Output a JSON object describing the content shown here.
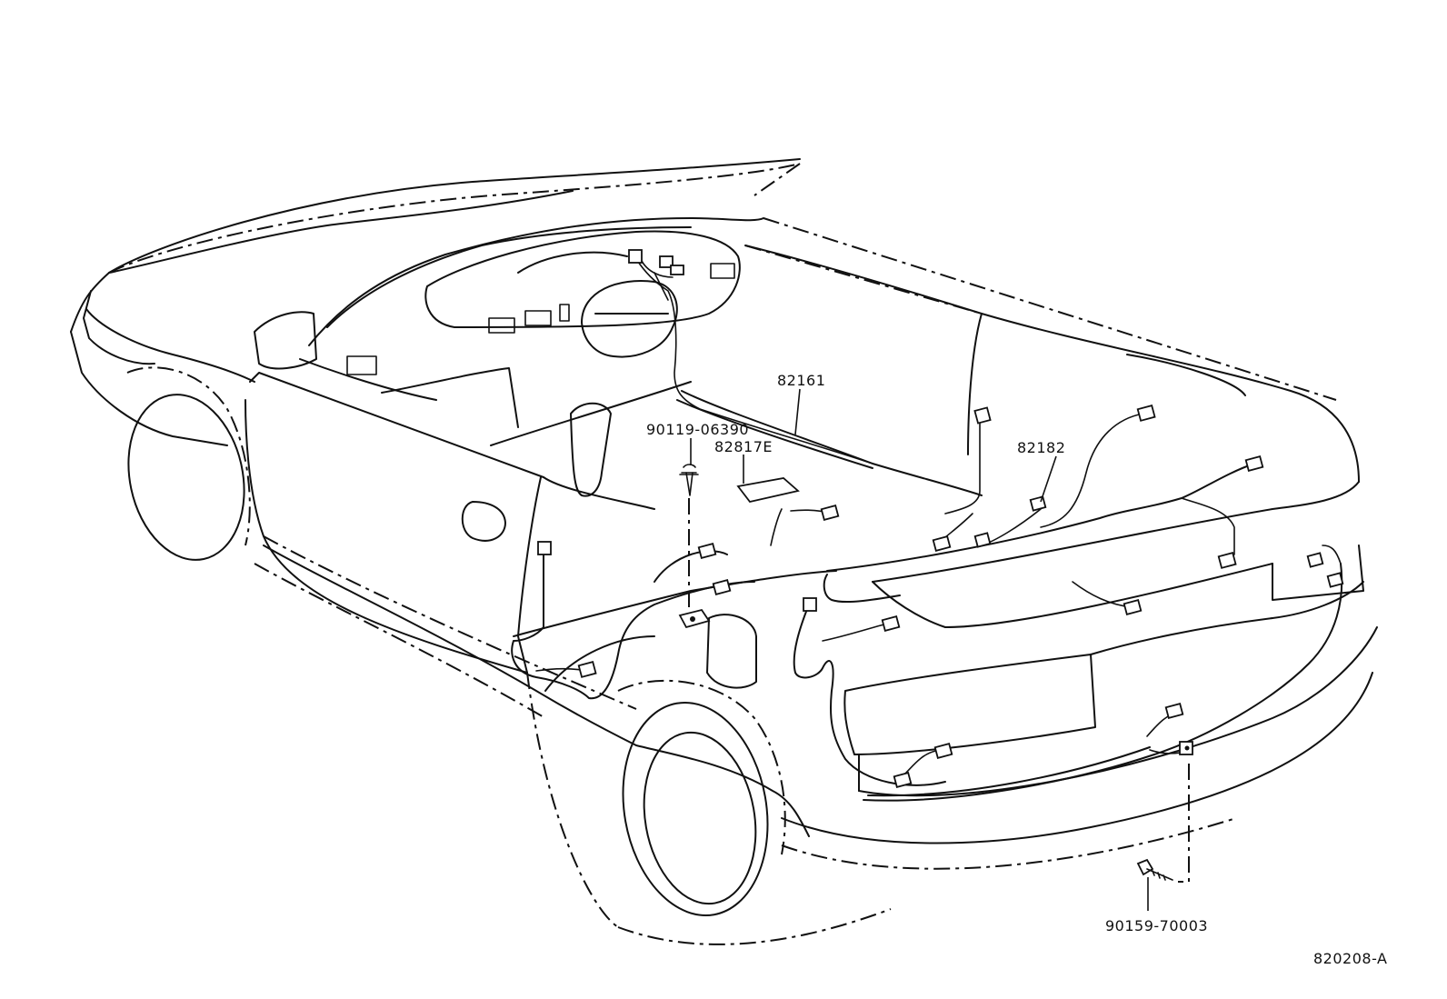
{
  "diagram": {
    "parts": [
      {
        "id": "harness-floor",
        "label": "82161"
      },
      {
        "id": "clamp-bolt",
        "label": "90119-06390"
      },
      {
        "id": "cover",
        "label": "82817E"
      },
      {
        "id": "harness-rear",
        "label": "82182"
      },
      {
        "id": "screw",
        "label": "90159-70003"
      }
    ],
    "figure_code": "820208-A"
  }
}
